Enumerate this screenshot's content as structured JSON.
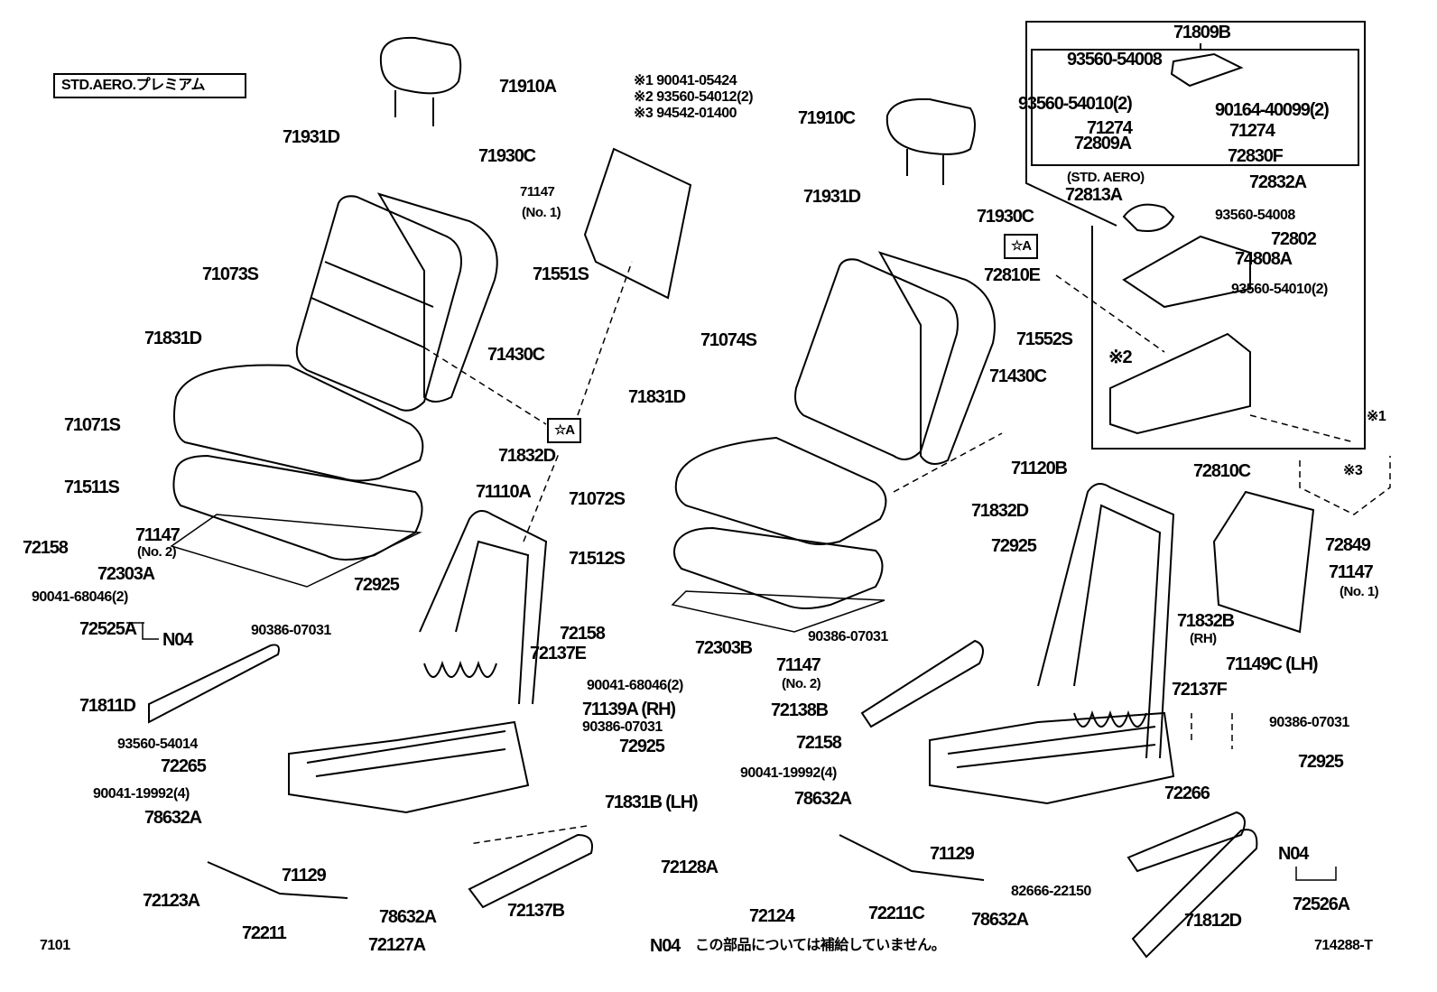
{
  "header_tag": "STD.AERO.プレミアム",
  "notes": [
    "※1  90041-05424",
    "※2  93560-54012(2)",
    "※3  94542-01400"
  ],
  "footer": {
    "left_code": "7101",
    "n04_code": "N04",
    "n04_note": "この部品については補給していません。",
    "right_code": "714288-T"
  },
  "labels": [
    "71910A",
    "71931D",
    "71930C",
    "71147",
    "(No. 1)",
    "71073S",
    "71551S",
    "71831D",
    "71430C",
    "71071S",
    "☆A",
    "71832D",
    "71511S",
    "71110A",
    "71147",
    "(No. 2)",
    "72158",
    "72303A",
    "90041-68046(2)",
    "72925",
    "72525A",
    "N04",
    "90386-07031",
    "72158",
    "72137E",
    "71811D",
    "71139A (RH)",
    "93560-54014",
    "90386-07031",
    "72925",
    "72265",
    "90041-19992(4)",
    "71831B (LH)",
    "78632A",
    "71129",
    "72123A",
    "72211",
    "78632A",
    "72137B",
    "72127A",
    "71910C",
    "71931D",
    "71930C",
    "72810E",
    "☆A",
    "71074S",
    "71552S",
    "71430C",
    "71831D",
    "71072S",
    "71512S",
    "71832D",
    "72925",
    "72303B",
    "90041-68046(2)",
    "71147",
    "(No. 2)",
    "90386-07031",
    "72138B",
    "72158",
    "90041-19992(4)",
    "78632A",
    "71129",
    "72128A",
    "72124",
    "72211C",
    "78632A",
    "82666-22150",
    "71809B",
    "93560-54008",
    "93560-54010(2)",
    "90164-40099(2)",
    "71274",
    "71274",
    "72809A",
    "72830F",
    "(STD. AERO)",
    "72813A",
    "72832A",
    "93560-54008",
    "72802",
    "74808A",
    "93560-54010(2)",
    "※2",
    "72810C",
    "※1",
    "※3",
    "71120B",
    "72849",
    "71147",
    "(No. 1)",
    "71832B",
    "(RH)",
    "71149C (LH)",
    "72137F",
    "90386-07031",
    "72925",
    "72266",
    "N04",
    "72526A",
    "71812D"
  ]
}
